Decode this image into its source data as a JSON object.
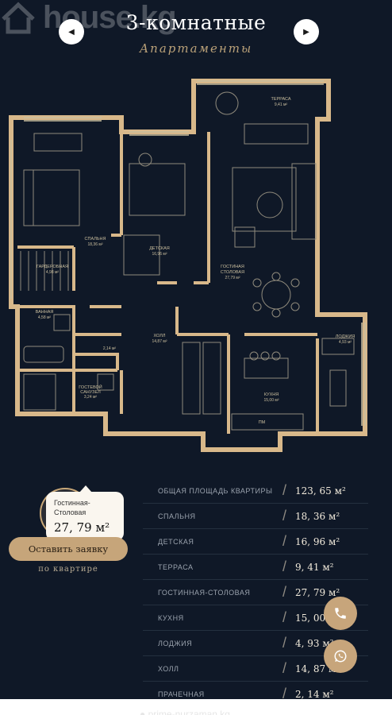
{
  "watermark": {
    "text": "house.kg",
    "icon": "house-icon"
  },
  "header": {
    "title": "3-комнатные",
    "subtitle": "Апартаменты",
    "prev_icon": "chevron-left-icon",
    "next_icon": "chevron-right-icon"
  },
  "floorplan": {
    "rooms": [
      {
        "label": "ТЕРРАСА",
        "area": "9,41 м²"
      },
      {
        "label": "СПАЛЬНЯ",
        "area": "18,36 м²"
      },
      {
        "label": "ДЕТСКАЯ",
        "area": "16,96 м²"
      },
      {
        "label": "ГАРДЕРОБНАЯ",
        "area": "4,98 м²"
      },
      {
        "label": "ГОСТИНАЯ",
        "label2": "СТОЛОВАЯ",
        "area": "27,79 м²"
      },
      {
        "label": "ВАННАЯ",
        "area": "4,58 м²"
      },
      {
        "label": "",
        "area": "2,14 м²"
      },
      {
        "label": "ХОЛЛ",
        "area": "14,87 м²"
      },
      {
        "label": "ГОСТЕВОЙ",
        "label2": "САНУЗЕЛ",
        "area": "3,24 м²"
      },
      {
        "label": "КУХНЯ",
        "area": "15,00 м²"
      },
      {
        "label": "ЛОДЖИЯ",
        "area": "4,93 м²"
      },
      {
        "label": "ПМ",
        "area": ""
      }
    ]
  },
  "tooltip": {
    "label": "Гостинная-\nСтоловая",
    "value": "27, 79 м²"
  },
  "cta": {
    "button": "Оставить заявку",
    "sub": "по квартире"
  },
  "specs": [
    {
      "label": "ОБЩАЯ ПЛОЩАДЬ КВАРТИРЫ",
      "value": "123, 65 м²"
    },
    {
      "label": "СПАЛЬНЯ",
      "value": "18, 36 м²"
    },
    {
      "label": "ДЕТСКАЯ",
      "value": "16, 96 м²"
    },
    {
      "label": "ТЕРРАСА",
      "value": "9, 41 м²"
    },
    {
      "label": "ГОСТИННАЯ-СТОЛОВАЯ",
      "value": "27, 79 м²"
    },
    {
      "label": "КУХНЯ",
      "value": "15, 00 м²"
    },
    {
      "label": "ЛОДЖИЯ",
      "value": "4, 93 м²"
    },
    {
      "label": "ХОЛЛ",
      "value": "14, 87 м²"
    },
    {
      "label": "ПРАЧЕЧНАЯ",
      "value": "2, 14 м²"
    }
  ],
  "separator": "/",
  "fabs": {
    "phone_icon": "phone-icon",
    "whatsapp_icon": "whatsapp-icon"
  },
  "footer": {
    "link": "prime-nurzaman.kg",
    "icon": "location-pin-icon"
  },
  "colors": {
    "background": "#0f1827",
    "accent": "#c6a57a",
    "wall": "#d8b88a",
    "text_light": "#f1eadb"
  }
}
